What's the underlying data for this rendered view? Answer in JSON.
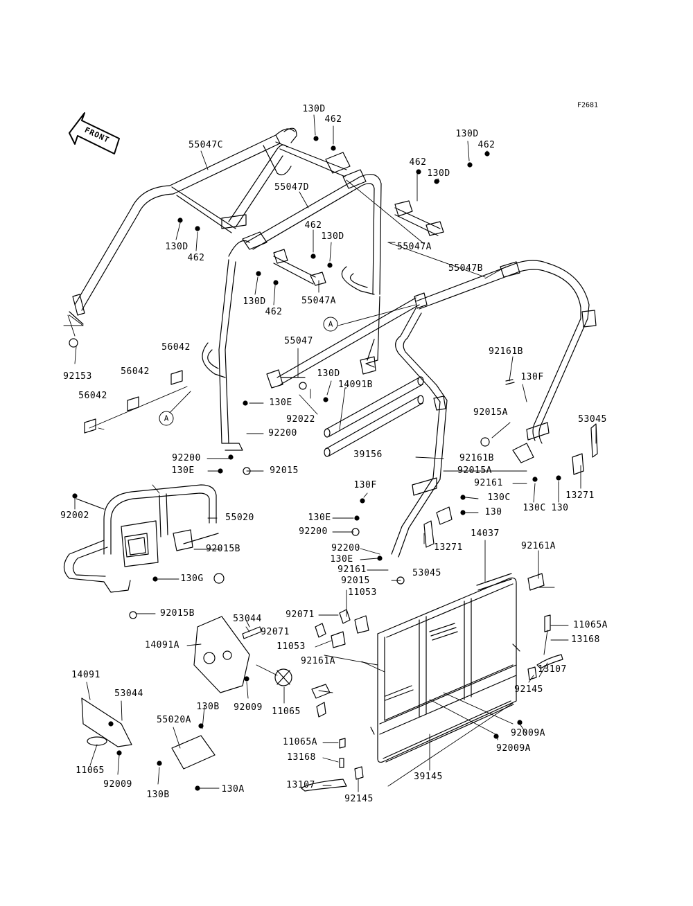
{
  "figure_code": "F2681",
  "front_label": "FRONT",
  "callouts": [
    {
      "id": "c1",
      "text": "130D"
    },
    {
      "id": "c2",
      "text": "462"
    },
    {
      "id": "c3",
      "text": "55047C"
    },
    {
      "id": "c4",
      "text": "130D"
    },
    {
      "id": "c5",
      "text": "462"
    },
    {
      "id": "c6",
      "text": "462"
    },
    {
      "id": "c7",
      "text": "130D"
    },
    {
      "id": "c8",
      "text": "55047D"
    },
    {
      "id": "c9",
      "text": "130D"
    },
    {
      "id": "c10",
      "text": "462"
    },
    {
      "id": "c11",
      "text": "462"
    },
    {
      "id": "c12",
      "text": "130D"
    },
    {
      "id": "c13",
      "text": "55047A"
    },
    {
      "id": "c14",
      "text": "130D"
    },
    {
      "id": "c15",
      "text": "462"
    },
    {
      "id": "c16",
      "text": "55047A"
    },
    {
      "id": "c17",
      "text": "55047B"
    },
    {
      "id": "c18",
      "text": "55047"
    },
    {
      "id": "c19",
      "text": "92153"
    },
    {
      "id": "c20",
      "text": "56042"
    },
    {
      "id": "c21",
      "text": "56042"
    },
    {
      "id": "c22",
      "text": "56042"
    },
    {
      "id": "c23",
      "text": "130D"
    },
    {
      "id": "c24",
      "text": "14091B"
    },
    {
      "id": "c25",
      "text": "92022"
    },
    {
      "id": "c26",
      "text": "130E"
    },
    {
      "id": "c27",
      "text": "92200"
    },
    {
      "id": "c28",
      "text": "92200"
    },
    {
      "id": "c29",
      "text": "130E"
    },
    {
      "id": "c30",
      "text": "92015"
    },
    {
      "id": "c31",
      "text": "39156"
    },
    {
      "id": "c32",
      "text": "92161B"
    },
    {
      "id": "c33",
      "text": "130F"
    },
    {
      "id": "c34",
      "text": "92015A"
    },
    {
      "id": "c35",
      "text": "53045"
    },
    {
      "id": "c36",
      "text": "92161B"
    },
    {
      "id": "c37",
      "text": "92015A"
    },
    {
      "id": "c38",
      "text": "92161"
    },
    {
      "id": "c39",
      "text": "13271"
    },
    {
      "id": "c40",
      "text": "130C"
    },
    {
      "id": "c41",
      "text": "130"
    },
    {
      "id": "c42",
      "text": "130F"
    },
    {
      "id": "c43",
      "text": "130C"
    },
    {
      "id": "c44",
      "text": "130"
    },
    {
      "id": "c45",
      "text": "130E"
    },
    {
      "id": "c46",
      "text": "92200"
    },
    {
      "id": "c47",
      "text": "92002"
    },
    {
      "id": "c48",
      "text": "55020"
    },
    {
      "id": "c49",
      "text": "92015B"
    },
    {
      "id": "c50",
      "text": "130G"
    },
    {
      "id": "c51",
      "text": "92015B"
    },
    {
      "id": "c52",
      "text": "13271"
    },
    {
      "id": "c53",
      "text": "92200"
    },
    {
      "id": "c54",
      "text": "130E"
    },
    {
      "id": "c55",
      "text": "92161"
    },
    {
      "id": "c56",
      "text": "92015"
    },
    {
      "id": "c57",
      "text": "53045"
    },
    {
      "id": "c58",
      "text": "14037"
    },
    {
      "id": "c59",
      "text": "92161A"
    },
    {
      "id": "c60",
      "text": "11053"
    },
    {
      "id": "c61",
      "text": "92071"
    },
    {
      "id": "c62",
      "text": "11053"
    },
    {
      "id": "c63",
      "text": "92161A"
    },
    {
      "id": "c64",
      "text": "53044"
    },
    {
      "id": "c65",
      "text": "92071"
    },
    {
      "id": "c66",
      "text": "14091A"
    },
    {
      "id": "c67",
      "text": "11065A"
    },
    {
      "id": "c68",
      "text": "13168"
    },
    {
      "id": "c69",
      "text": "13107"
    },
    {
      "id": "c70",
      "text": "92145"
    },
    {
      "id": "c71",
      "text": "14091"
    },
    {
      "id": "c72",
      "text": "53044"
    },
    {
      "id": "c73",
      "text": "92009"
    },
    {
      "id": "c74",
      "text": "11065"
    },
    {
      "id": "c75",
      "text": "130B"
    },
    {
      "id": "c76",
      "text": "55020A"
    },
    {
      "id": "c77",
      "text": "11065"
    },
    {
      "id": "c78",
      "text": "92009"
    },
    {
      "id": "c79",
      "text": "130B"
    },
    {
      "id": "c80",
      "text": "130A"
    },
    {
      "id": "c81",
      "text": "92009A"
    },
    {
      "id": "c82",
      "text": "92009A"
    },
    {
      "id": "c83",
      "text": "11065A"
    },
    {
      "id": "c84",
      "text": "13168"
    },
    {
      "id": "c85",
      "text": "13107"
    },
    {
      "id": "c86",
      "text": "92145"
    },
    {
      "id": "c87",
      "text": "39145"
    }
  ],
  "refs": [
    {
      "id": "r1",
      "text": "A"
    },
    {
      "id": "r2",
      "text": "A"
    }
  ]
}
